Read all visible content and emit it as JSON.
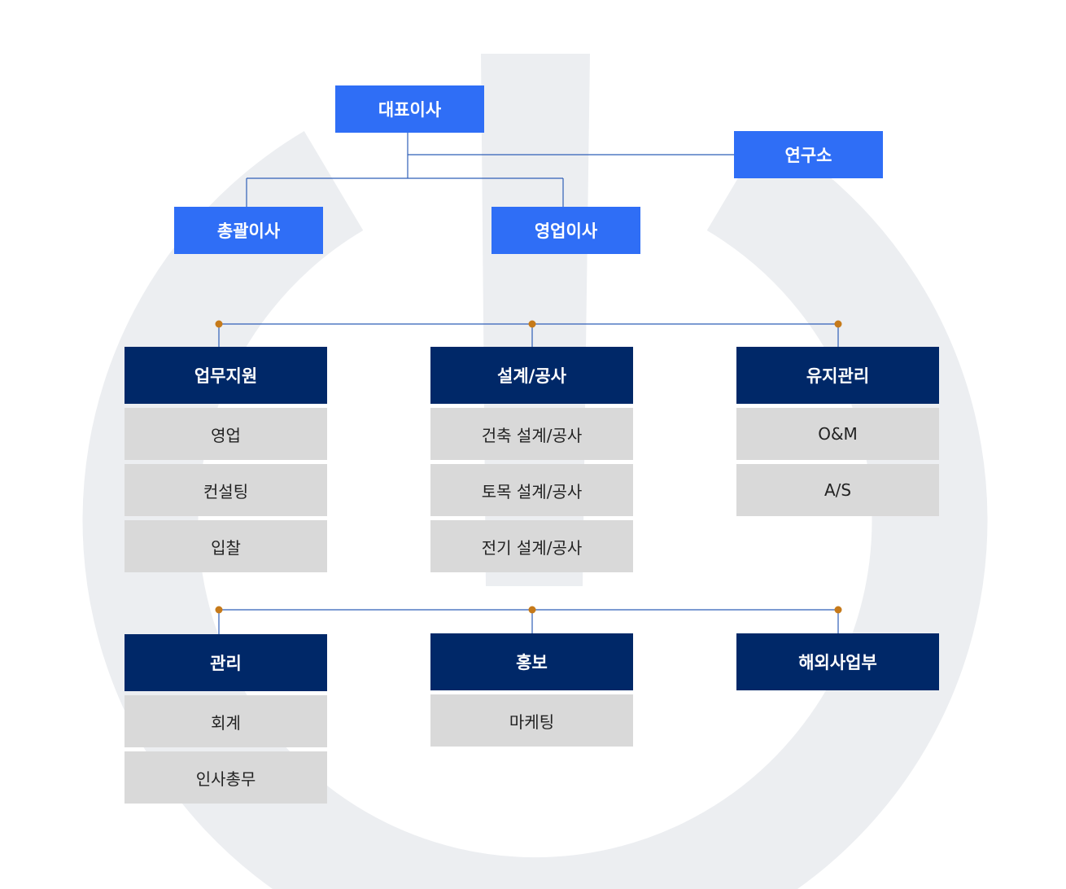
{
  "colors": {
    "executive": "#2f6ef6",
    "department": "#002868",
    "sub_team": "#d9d9d9",
    "connector_dot": "#c67a1a",
    "background_logo": "#eceef1"
  },
  "executives": {
    "ceo": "대표이사",
    "research": "연구소",
    "general": "총괄이사",
    "sales": "영업이사"
  },
  "row1": [
    {
      "title": "업무지원",
      "items": [
        "영업",
        "컨설팅",
        "입찰"
      ]
    },
    {
      "title": "설계/공사",
      "items": [
        "건축 설계/공사",
        "토목 설계/공사",
        "전기 설계/공사"
      ]
    },
    {
      "title": "유지관리",
      "items": [
        "O&M",
        "A/S"
      ]
    }
  ],
  "row2": [
    {
      "title": "관리",
      "items": [
        "회계",
        "인사총무"
      ]
    },
    {
      "title": "홍보",
      "items": [
        "마케팅"
      ]
    },
    {
      "title": "해외사업부",
      "items": []
    }
  ]
}
